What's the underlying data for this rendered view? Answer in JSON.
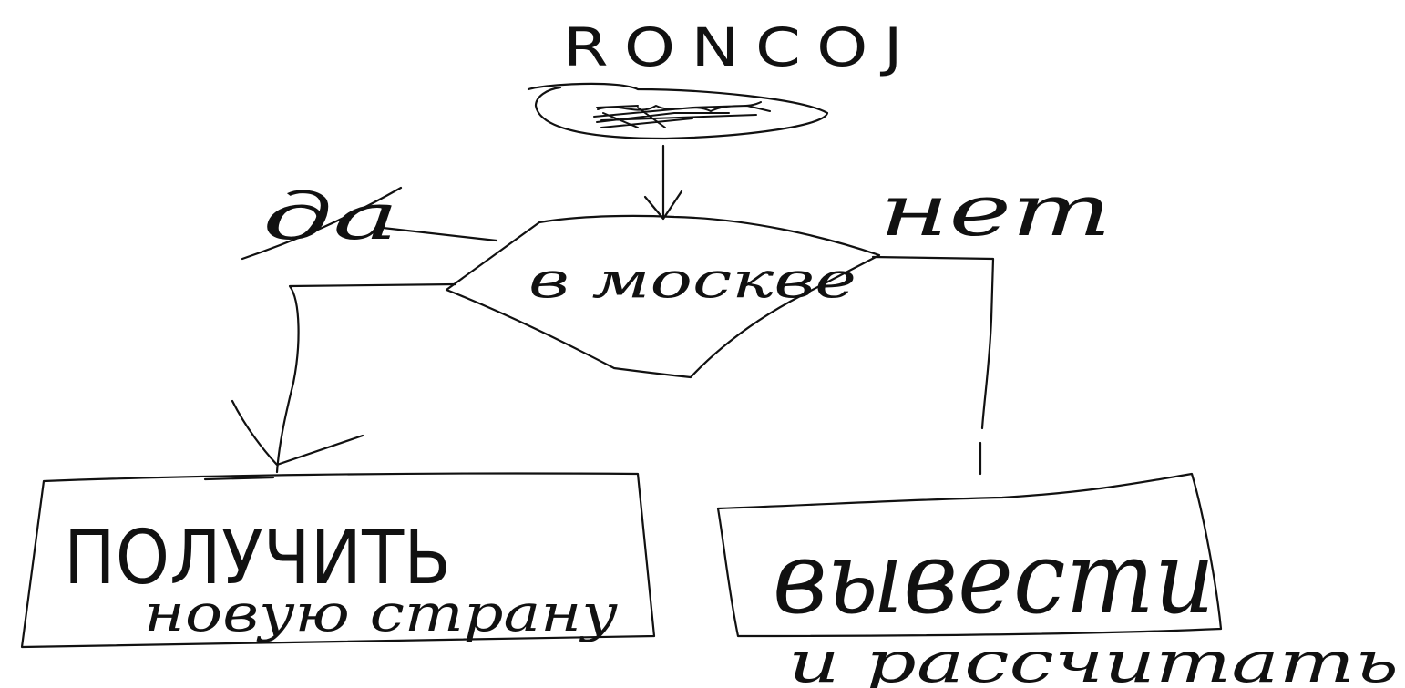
{
  "diagram": {
    "title": "RONCOJ",
    "decision": "в москве",
    "branch_yes": "да",
    "branch_no": "нет",
    "box_left_line1": "ПОЛУЧИТЬ",
    "box_left_line2": "новую страну",
    "box_right_line1": "вывести",
    "box_right_line2": "и рассчитать"
  }
}
